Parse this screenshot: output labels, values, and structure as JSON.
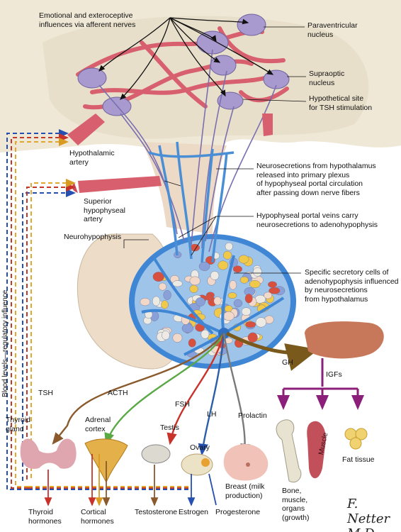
{
  "labels": {
    "emotional": "Emotional and exteroceptive\ninfluences via afferent nerves",
    "paraventricular": "Paraventricular\nnucleus",
    "supraoptic": "Supraoptic\nnucleus",
    "tsh_site": "Hypothetical site\nfor TSH stimulation",
    "hypothalamic_artery": "Hypothalamic\nartery",
    "neurosecretions": "Neurosecretions from hypothalamus\nreleased into primary plexus\nof hypophyseal portal circulation\nafter passing down nerve fibers",
    "superior_artery": "Superior\nhypophyseal\nartery",
    "portal_veins": "Hypophyseal portal veins carry\nneurosecretions to adenohypophysis",
    "neurohypophysis": "Neurohypophysis",
    "secretory_cells": "Specific secretory cells of\nadenohypophysis influenced\nby neurosecretions\nfrom hypothalamus",
    "blood_levels": "Blood levels—regulatory influence",
    "gh": "GH",
    "igfs": "IGFs",
    "tsh": "TSH",
    "acth": "ACTH",
    "fsh": "FSH",
    "lh": "LH",
    "prolactin": "Prolactin",
    "thyroid_gland": "Thyroid\ngland",
    "adrenal_cortex": "Adrenal\ncortex",
    "testis": "Testis",
    "ovary": "Ovary",
    "breast": "Breast (milk\nproduction)",
    "muscle": "Muscle",
    "fat_tissue": "Fat tissue",
    "bone": "Bone,\nmuscle,\norgans\n(growth)",
    "thyroid_hormones": "Thyroid\nhormones",
    "cortical_hormones": "Cortical\nhormones",
    "testosterone": "Testosterone",
    "estrogen": "Estrogen",
    "progesterone": "Progesterone"
  },
  "signature": "F. Netter M.D.",
  "colors": {
    "vessel_red": "#d8606e",
    "portal_blue": "#4a8fd6",
    "nucleus_purple": "#8c7fb8",
    "tsh_brown": "#8a5a2c",
    "acth_green": "#5aa846",
    "fsh_red": "#c8322a",
    "lh_blue": "#2b5fa8",
    "prolactin_gray": "#7a7a7a",
    "gh_brown": "#7a5a1c",
    "igf_purple": "#8c1f7a",
    "dashed_blue": "#2550b0",
    "dashed_red": "#c23a2a",
    "dashed_yellow": "#e0a830"
  }
}
